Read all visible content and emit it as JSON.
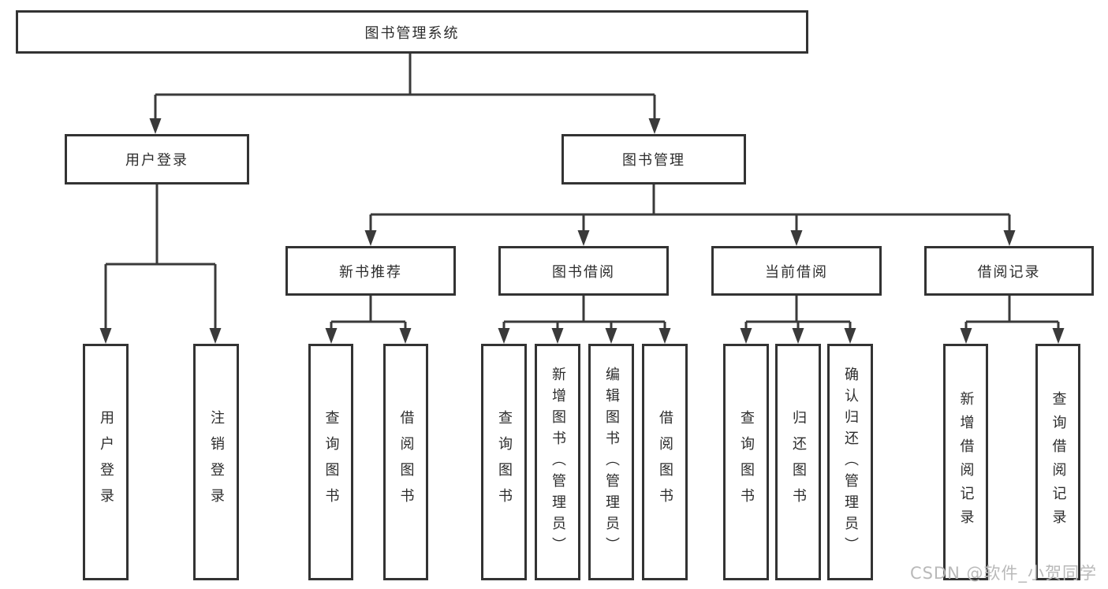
{
  "diagram_title": "图书管理系统",
  "tree": {
    "root": {
      "label": "图书管理系统",
      "children": [
        {
          "label": "用户登录",
          "children": [
            {
              "label": "用户登录"
            },
            {
              "label": "注销登录"
            }
          ]
        },
        {
          "label": "图书管理",
          "children": [
            {
              "label": "新书推荐",
              "children": [
                {
                  "label": "查询图书"
                },
                {
                  "label": "借阅图书"
                }
              ]
            },
            {
              "label": "图书借阅",
              "children": [
                {
                  "label": "查询图书"
                },
                {
                  "label": "新增图书（管理员）"
                },
                {
                  "label": "编辑图书（管理员）"
                },
                {
                  "label": "借阅图书"
                }
              ]
            },
            {
              "label": "当前借阅",
              "children": [
                {
                  "label": "查询图书"
                },
                {
                  "label": "归还图书"
                },
                {
                  "label": "确认归还（管理员）"
                }
              ]
            },
            {
              "label": "借阅记录",
              "children": [
                {
                  "label": "新增借阅记录"
                },
                {
                  "label": "查询借阅记录"
                }
              ]
            }
          ]
        }
      ]
    }
  },
  "watermark": {
    "text": "CSDN @软件_小贺同学",
    "color": "#b9b9b9"
  },
  "colors": {
    "line": "#3a3a3a",
    "box_border": "#333333",
    "box_fill": "#ffffff",
    "text": "#2d2d2d",
    "background": "#ffffff"
  }
}
